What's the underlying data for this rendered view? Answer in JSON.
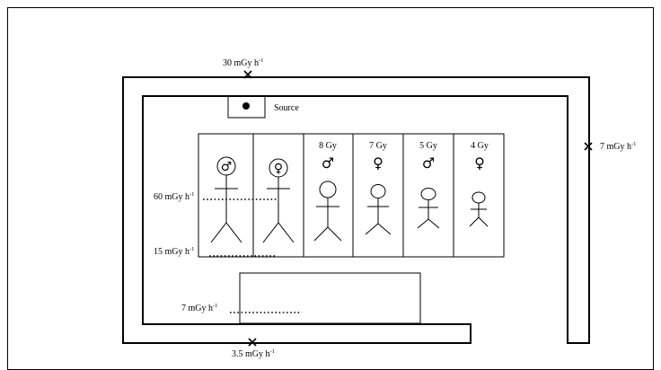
{
  "source_label": "Source",
  "dose_rate_markers": [
    {
      "id": "top",
      "value": "30 mGy h",
      "sup": "-1"
    },
    {
      "id": "right",
      "value": "7 mGy h",
      "sup": "-1"
    },
    {
      "id": "bottom",
      "value": "3.5 mGy h",
      "sup": "-1"
    }
  ],
  "level_lines": [
    {
      "id": "upper",
      "value": "60 mGy h",
      "sup": "-1"
    },
    {
      "id": "lower",
      "value": "15 mGy h",
      "sup": "-1"
    },
    {
      "id": "table",
      "value": "7 mGy h",
      "sup": "-1"
    }
  ],
  "figures": [
    {
      "dose": "",
      "sex": "male",
      "symbol": "♂",
      "circled": true
    },
    {
      "dose": "",
      "sex": "female",
      "symbol": "♀",
      "circled": true
    },
    {
      "dose": "8 Gy",
      "sex": "male",
      "symbol": "♂",
      "circled": false
    },
    {
      "dose": "7 Gy",
      "sex": "female",
      "symbol": "♀",
      "circled": false
    },
    {
      "dose": "5 Gy",
      "sex": "male",
      "symbol": "♂",
      "circled": false
    },
    {
      "dose": "4 Gy",
      "sex": "female",
      "symbol": "♀",
      "circled": false
    }
  ]
}
